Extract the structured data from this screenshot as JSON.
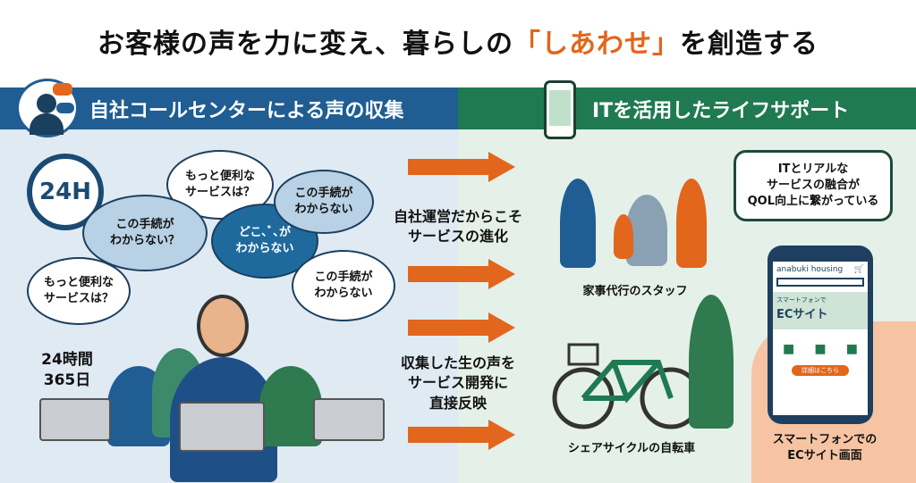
{
  "title": {
    "pre": "お客様の声を力に変え、暮らしの",
    "highlight": "「しあわせ」",
    "post": "を創造する"
  },
  "left": {
    "header": "自社コールセンターによる声の収集",
    "clock_label": "24H",
    "bubbles": [
      "もっと便利な\nサービスは？",
      "この手続が\nわからない？",
      "どこ､ﾞ､が\nわからない",
      "この手続が\nわからない",
      "もっと便利な\nサービスは？",
      "この手続が\nわからない"
    ],
    "hours": "24時間\n365日"
  },
  "middle": {
    "text1": "自社運営だからこそ\nサービスの進化",
    "text2": "収集した生の声を\nサービス開発に\n直接反映"
  },
  "right": {
    "header": "ITを活用したライフサポート",
    "caption_staff": "家事代行のスタッフ",
    "caption_bike": "シェアサイクルの自転車",
    "quote": "ITとリアルな\nサービスの融合が\nQOL向上に繋がっている",
    "caption_phone": "スマートフォンでの\nECサイト画面",
    "phone": {
      "brand": "anabuki housing",
      "banner_small": "スマートフォンで",
      "banner_big": "ECサイト",
      "button": "詳細はこちら"
    }
  },
  "colors": {
    "blue": "#1f5d93",
    "green": "#1f7a52",
    "orange": "#e2661c"
  }
}
